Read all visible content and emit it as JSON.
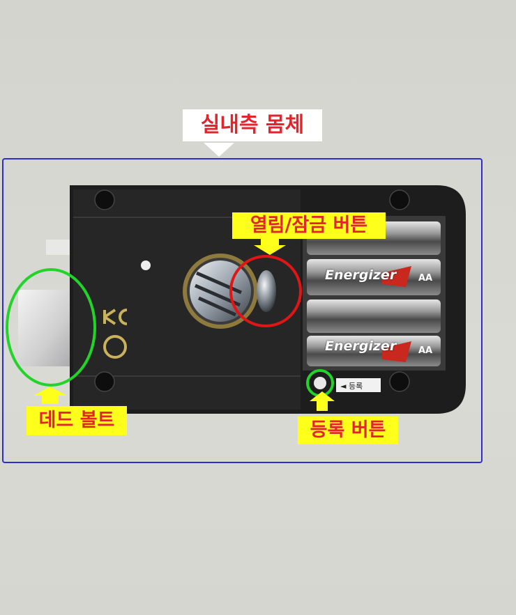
{
  "annotations": {
    "indoor_body": "실내측 몸체",
    "open_lock_button": "열림/잠금 버튼",
    "dead_bolt": "데드 볼트",
    "register_button": "등록 버튼"
  },
  "device": {
    "battery_brand": "Energizer",
    "battery_size": "AA",
    "register_tag": "◄ 등록"
  },
  "colors": {
    "frame": "#2c2ccf",
    "label_yellow": "#ffff1c",
    "label_text": "#e0262c",
    "circle_red": "#e01616",
    "circle_green": "#22d42a"
  }
}
